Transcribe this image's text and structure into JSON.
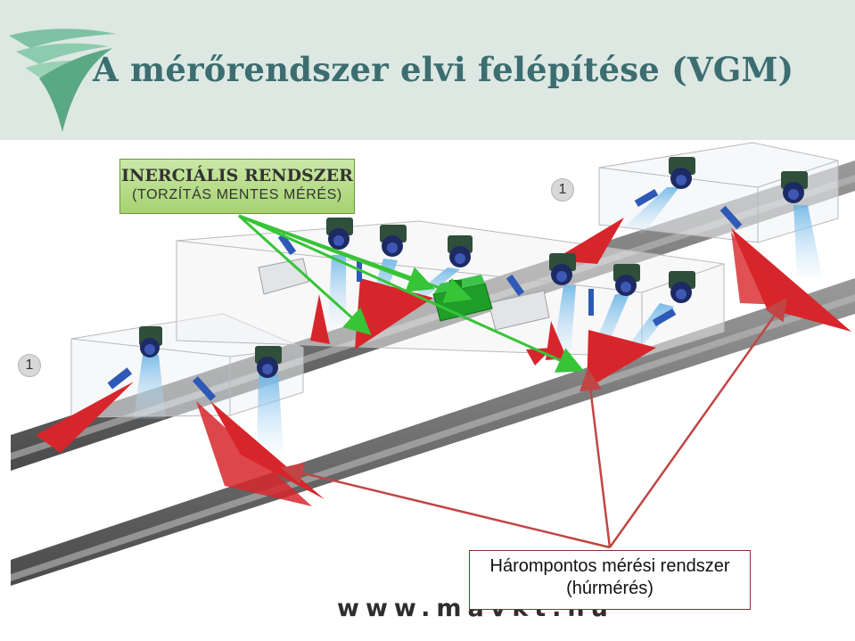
{
  "header": {
    "title": "A mérőrendszer elvi felépítése (VGM)",
    "logo_icon": "stylized-road-logo-icon",
    "background_color": "#dde8e3",
    "title_color": "#3c6d70"
  },
  "diagram": {
    "inertial_box": {
      "title": "INERCIÁLIS RENDSZER",
      "subtitle": "(TORZÍTÁS MENTES MÉRÉS)",
      "color": "#a6d270"
    },
    "badges": [
      {
        "label": "1"
      },
      {
        "label": "1"
      }
    ],
    "chord_box": {
      "line1": "Hárompontos mérési rendszer",
      "line2": "(húrmérés)",
      "border_color": "#8b2e2e"
    },
    "arrow_colors": {
      "green": "#37c437",
      "red": "#c24545"
    },
    "icons": [
      "camera-icon",
      "laser-line-icon",
      "rail-icon",
      "inertial-unit-icon",
      "measurement-frame-icon"
    ]
  },
  "footer": {
    "url": "www.mavkt.hu"
  }
}
